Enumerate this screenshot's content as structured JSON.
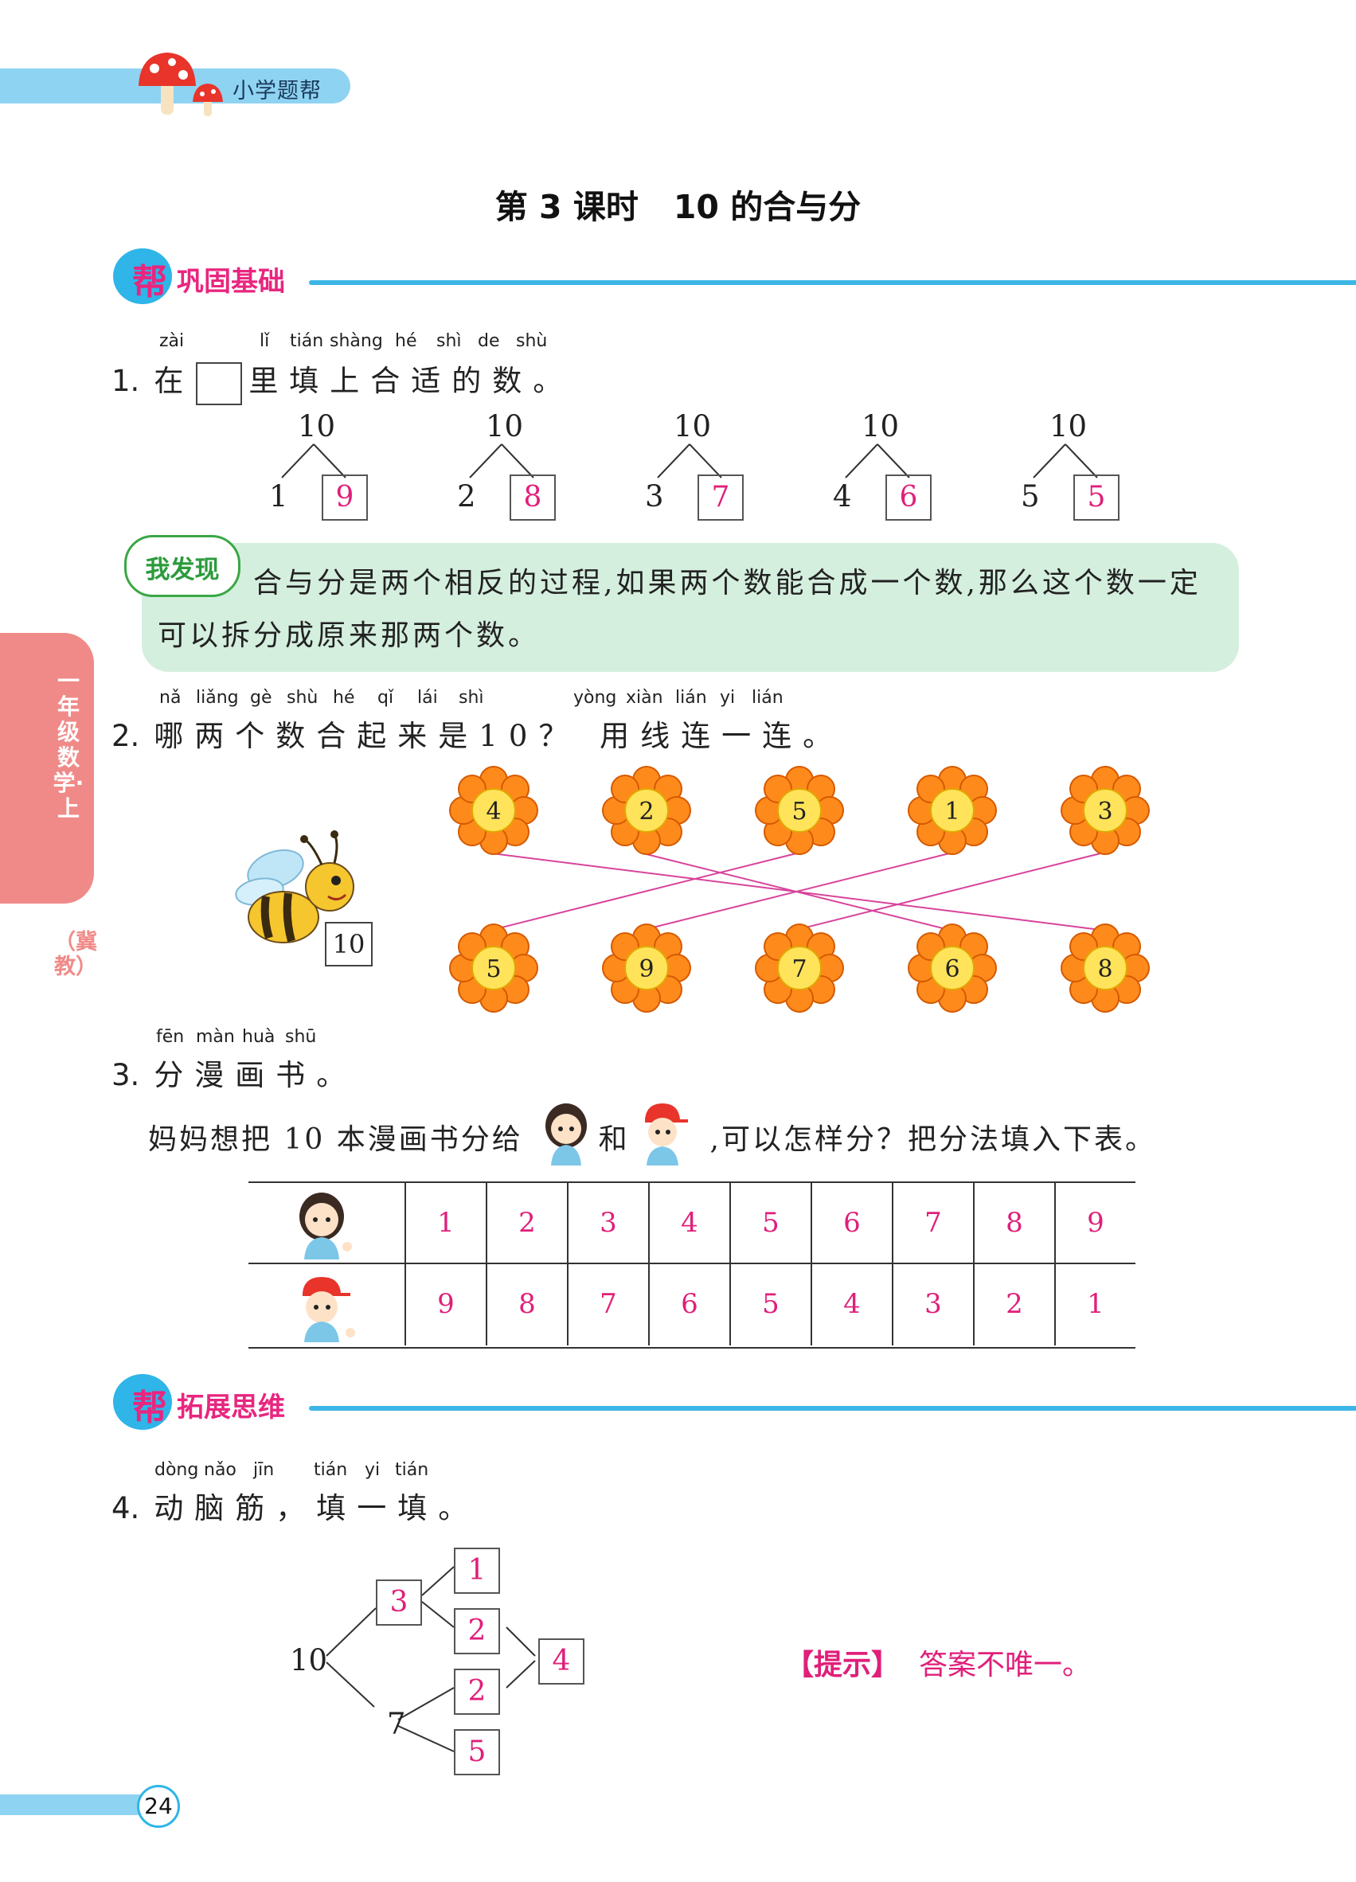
{
  "header": {
    "brand": "小学题帮"
  },
  "lesson": {
    "part1": "第 3 课时",
    "part2": "10 的合与分"
  },
  "sections": {
    "basics": {
      "char": "帮",
      "label": "巩固基础"
    },
    "extend": {
      "char": "帮",
      "label": "拓展思维"
    }
  },
  "side_tab": {
    "text": "一年级数学·上",
    "edition": "（冀教）"
  },
  "q1": {
    "pinyin": [
      "zài",
      "lǐ",
      "tián",
      "shàng",
      "hé",
      "shì",
      "de",
      "shù"
    ],
    "number": "1.",
    "text_before": "在",
    "text_after": "里填上合适的数。",
    "trees": [
      {
        "top": "10",
        "left": "1",
        "answer": "9"
      },
      {
        "top": "10",
        "left": "2",
        "answer": "8"
      },
      {
        "top": "10",
        "left": "3",
        "answer": "7"
      },
      {
        "top": "10",
        "left": "4",
        "answer": "6"
      },
      {
        "top": "10",
        "left": "5",
        "answer": "5"
      }
    ]
  },
  "discover": {
    "tag": "我发现",
    "text": "合与分是两个相反的过程,如果两个数能合成一个数,那么这个数一定可以拆分成原来那两个数。"
  },
  "q2": {
    "pinyin": [
      "nǎ",
      "liǎng",
      "gè",
      "shù",
      "hé",
      "qǐ",
      "lái",
      "shì",
      "yòng",
      "xiàn",
      "lián",
      "yi",
      "lián"
    ],
    "number": "2.",
    "text": "哪两个数合起来是10？ 用线连一连。",
    "bee_value": "10",
    "top_flowers": [
      "4",
      "2",
      "5",
      "1",
      "3"
    ],
    "bottom_flowers": [
      "5",
      "9",
      "7",
      "6",
      "8"
    ]
  },
  "q3": {
    "pinyin": [
      "fēn",
      "màn",
      "huà",
      "shū"
    ],
    "number": "3.",
    "title": "分漫画书。",
    "sentence_a": "妈妈想把 10 本漫画书分给",
    "sentence_b": "和",
    "sentence_c": ",可以怎样分？把分法填入下表。",
    "girl_row": [
      "1",
      "2",
      "3",
      "4",
      "5",
      "6",
      "7",
      "8",
      "9"
    ],
    "boy_row": [
      "9",
      "8",
      "7",
      "6",
      "5",
      "4",
      "3",
      "2",
      "1"
    ]
  },
  "q4": {
    "pinyin": [
      "dòng",
      "nǎo",
      "jīn",
      "tián",
      "yi",
      "tián"
    ],
    "number": "4.",
    "text": "动脑筋，填一填。",
    "root": "10",
    "upper": "3",
    "lower": "7",
    "leaf1": "1",
    "leaf2": "2",
    "leaf3": "2",
    "leaf4": "5",
    "merged": "4",
    "hint_label": "【提示】",
    "hint_text": "答案不唯一。"
  },
  "page_number": "24",
  "colors": {
    "accent_blue": "#3cb6e6",
    "answer_pink": "#e01f7a",
    "side_tab": "#f08a88",
    "discover_bg": "#d5efdf"
  }
}
